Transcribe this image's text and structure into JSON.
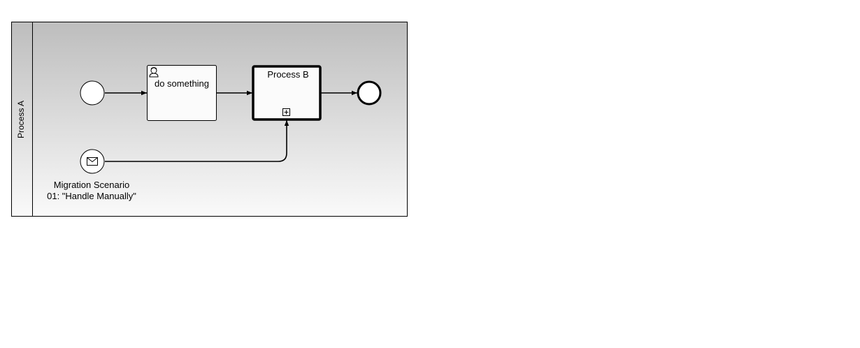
{
  "pool": {
    "label": "Process A"
  },
  "events": {
    "start": {
      "type": "start-event"
    },
    "message": {
      "type": "message-start-event",
      "label_line1": "Migration Scenario",
      "label_line2": "01: \"Handle Manually\""
    },
    "end": {
      "type": "end-event"
    }
  },
  "tasks": {
    "user_task": {
      "label": "do something",
      "icon": "user-icon"
    },
    "call_activity": {
      "label": "Process B",
      "marker": "collapsed-subprocess-marker-icon"
    }
  },
  "colors": {
    "pool_gradient_top": "#bdbdbd",
    "pool_gradient_bottom": "#fafafa",
    "task_fill": "#fbfbfb",
    "stroke": "#000000"
  }
}
